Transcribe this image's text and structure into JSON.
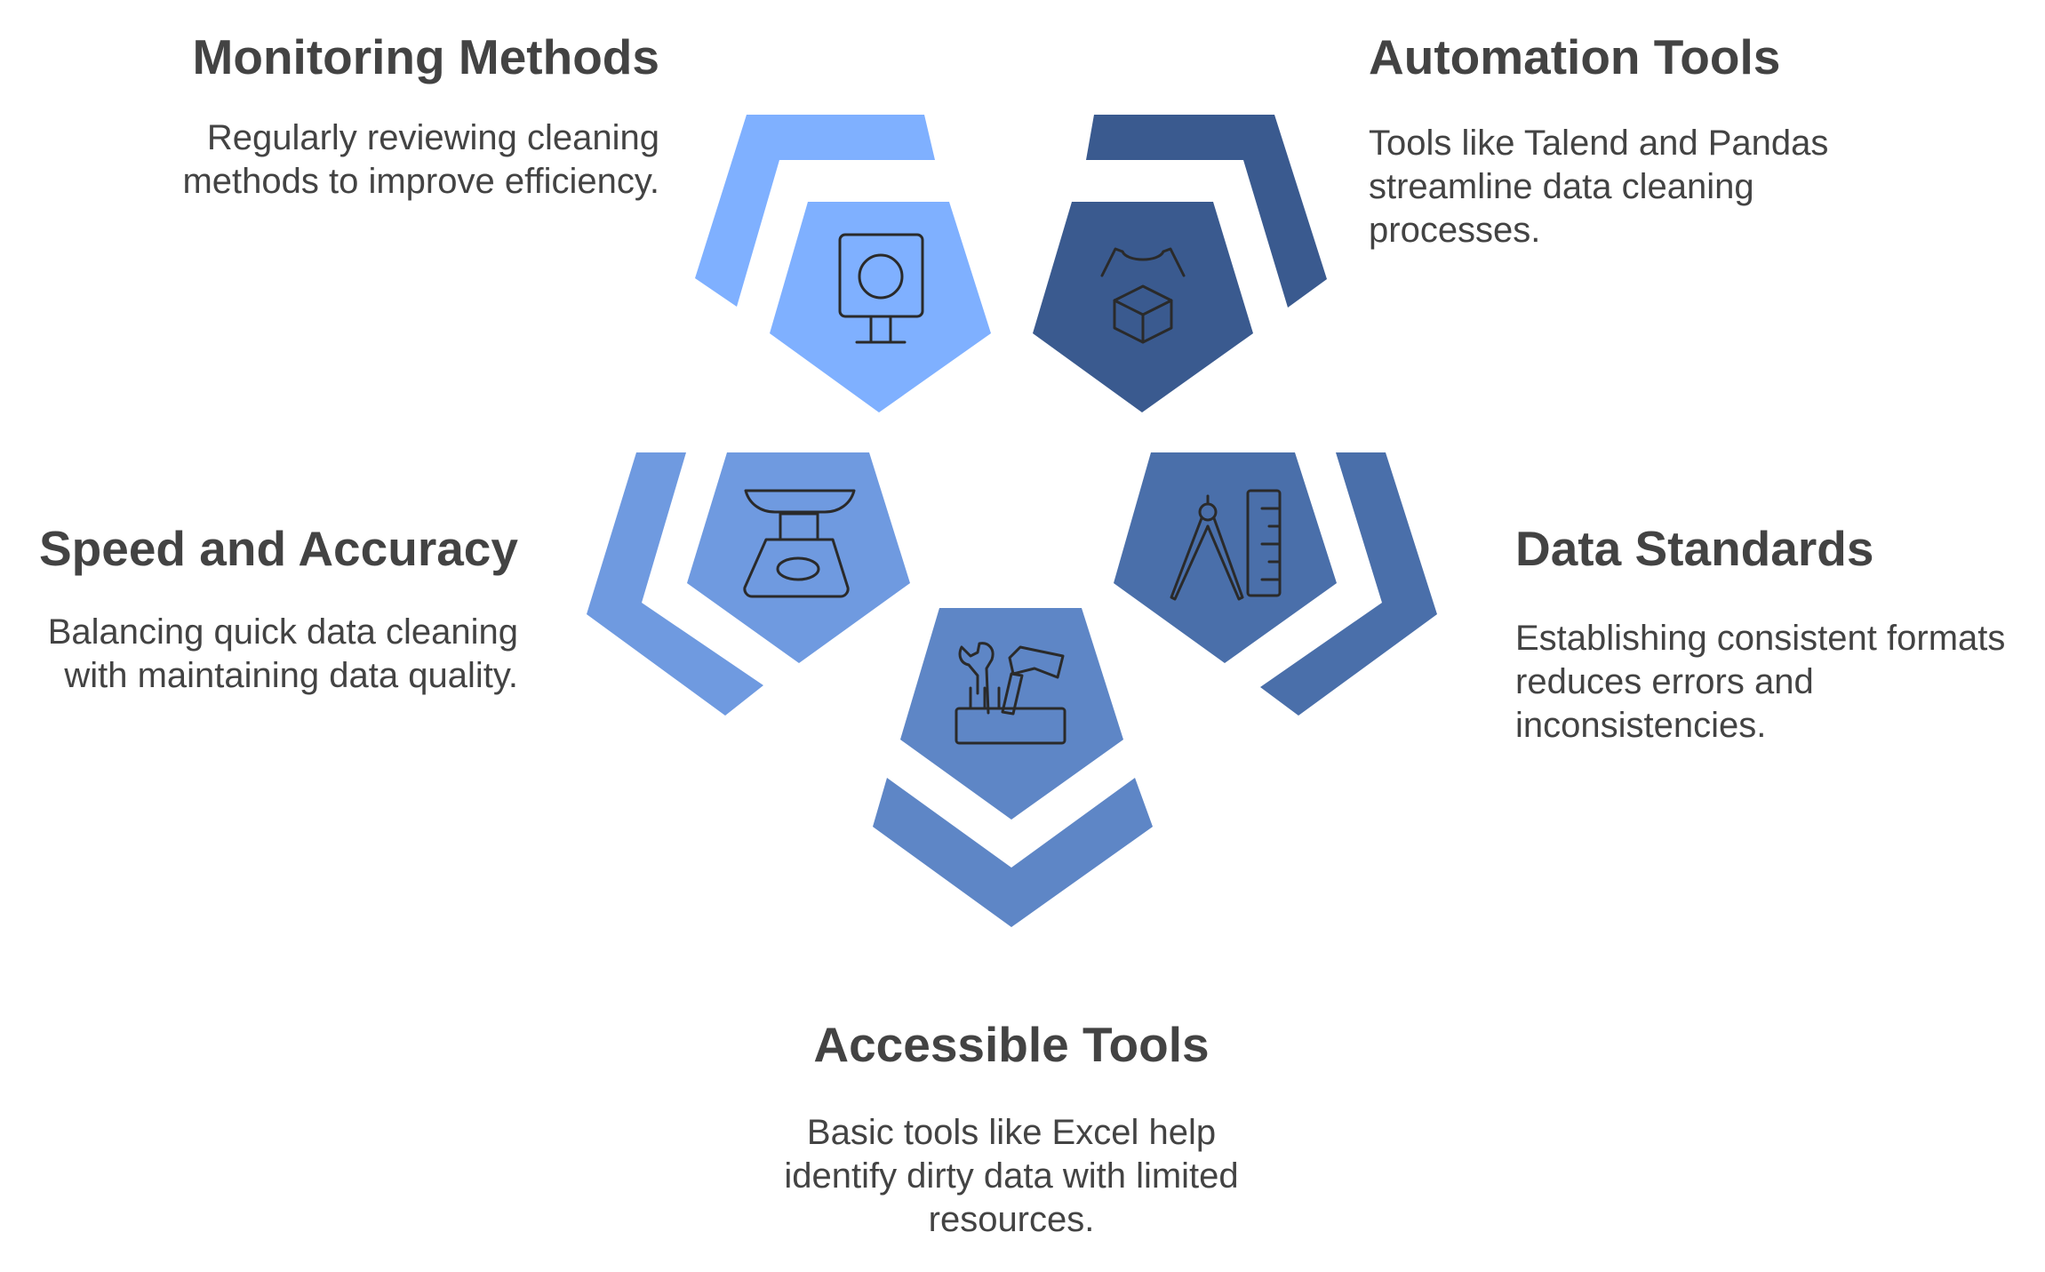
{
  "colors": {
    "monitoring": "#7fb0ff",
    "automation": "#3a5a8f",
    "speed": "#6f9ae0",
    "standards": "#4a6faa",
    "accessible": "#5e86c6",
    "icon_stroke": "#2a2a2a",
    "text": "#434343"
  },
  "items": {
    "monitoring": {
      "title": "Monitoring Methods",
      "desc": "Regularly reviewing cleaning methods to improve efficiency.",
      "icon": "monitor-icon"
    },
    "automation": {
      "title": "Automation Tools",
      "desc": "Tools like Talend and Pandas streamline data cleaning processes.",
      "icon": "robot-arm-box-icon"
    },
    "speed": {
      "title": "Speed and Accuracy",
      "desc": "Balancing quick data cleaning with maintaining data quality.",
      "icon": "scale-icon"
    },
    "standards": {
      "title": "Data Standards",
      "desc": "Establishing consistent formats reduces errors and inconsistencies.",
      "icon": "compass-ruler-icon"
    },
    "accessible": {
      "title": "Accessible Tools",
      "desc": "Basic tools like Excel help identify dirty data with limited resources.",
      "icon": "toolbox-icon"
    }
  }
}
